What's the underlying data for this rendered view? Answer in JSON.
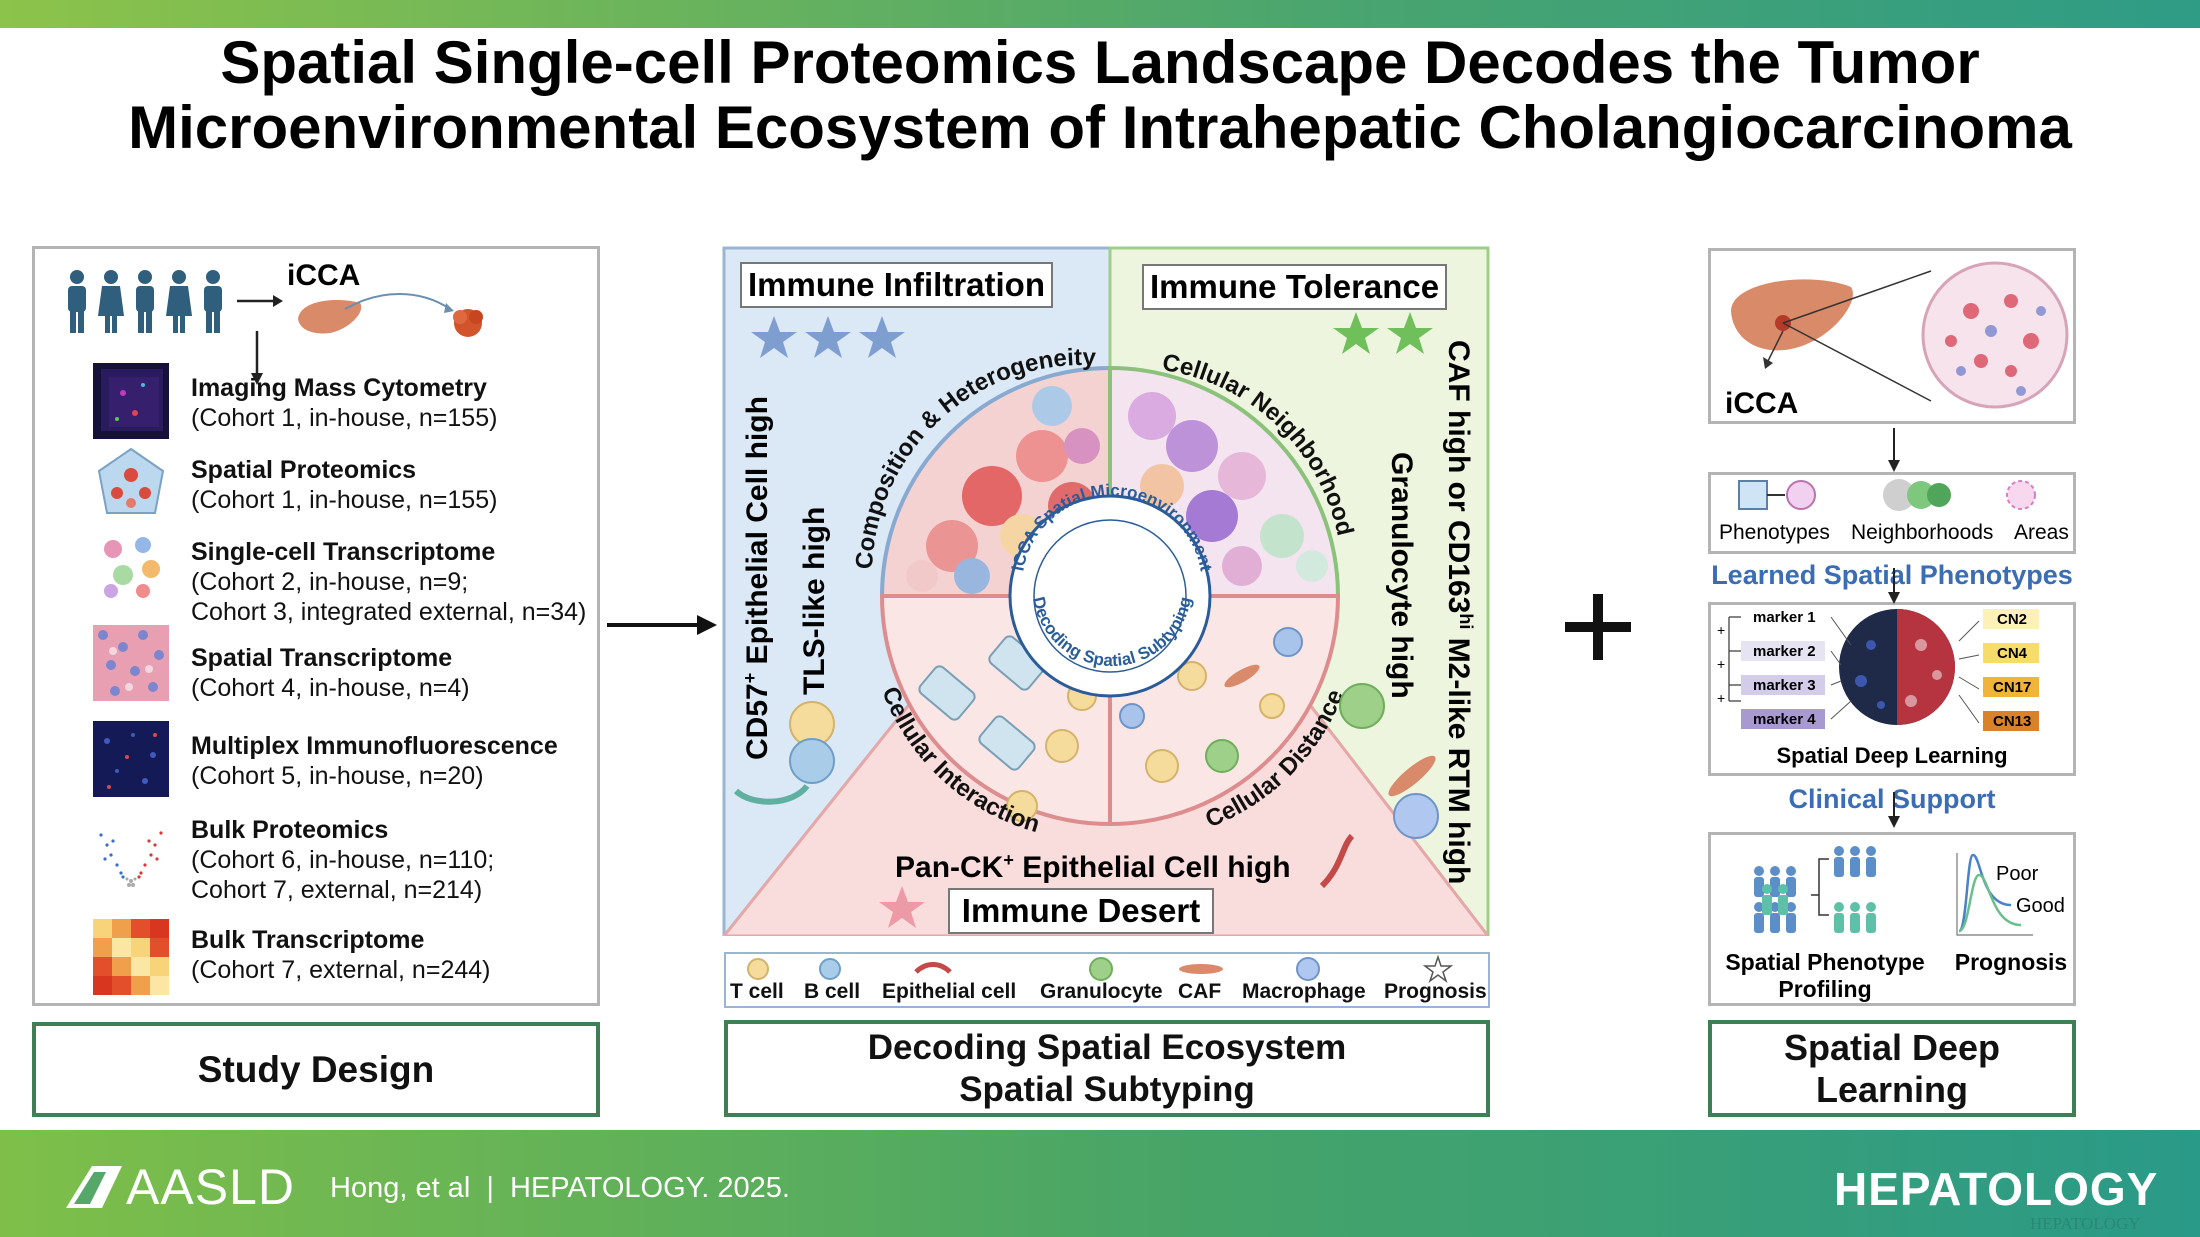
{
  "title": "Spatial Single-cell Proteomics Landscape Decodes the Tumor Microenvironmental Ecosystem of Intrahepatic Cholangiocarcinoma",
  "colors": {
    "accent_green": "#3f7f55",
    "blue_region": "#dbe8f5",
    "green_region": "#eef5df",
    "pink_region": "#f9dcdc"
  },
  "study_design": {
    "icca_label": "iCCA",
    "cohorts": [
      {
        "name": "Imaging Mass Cytometry",
        "detail": "(Cohort 1, in-house, n=155)"
      },
      {
        "name": "Spatial Proteomics",
        "detail": "(Cohort 1, in-house, n=155)"
      },
      {
        "name": "Single-cell Transcriptome",
        "detail": "(Cohort 2, in-house, n=9;",
        "detail2": "Cohort 3, integrated external, n=34)"
      },
      {
        "name": "Spatial Transcriptome",
        "detail": "(Cohort 4, in-house, n=4)"
      },
      {
        "name": "Multiplex Immunofluorescence",
        "detail": "(Cohort 5, in-house, n=20)"
      },
      {
        "name": "Bulk Proteomics",
        "detail": "(Cohort 6, in-house, n=110;",
        "detail2": "Cohort 7, external, n=214)"
      },
      {
        "name": "Bulk Transcriptome",
        "detail": "(Cohort 7, external, n=244)"
      }
    ],
    "label": "Study Design"
  },
  "ecosystem": {
    "infiltration": "Immune Infiltration",
    "tolerance": "Immune Tolerance",
    "desert": "Immune Desert",
    "cd57_a": "CD57",
    "cd57_sup": "+",
    "cd57_b": " Epithelial Cell high",
    "tls": "TLS-like high",
    "caf_a": "CAF high or CD163",
    "caf_sup": "hi",
    "caf_b": " M2-like RTM high",
    "granulocyte": "Granulocyte high",
    "panck_a": "Pan-CK",
    "panck_sup": "+",
    "panck_b": " Epithelial Cell high",
    "comp": "Composition & Heterogeneity",
    "neigh": "Cellular Neighborhood",
    "interaction": "Cellular Interaction",
    "distance": "Cellular Distance",
    "center_outer": "iCCA Spatial Microenvironment",
    "center_inner": "Decoding Spatial Subtyping",
    "legend": [
      "T cell",
      "B cell",
      "Epithelial cell",
      "Granulocyte",
      "CAF",
      "Macrophage",
      "Prognosis"
    ],
    "label_line1": "Decoding Spatial Ecosystem",
    "label_line2": "Spatial Subtyping"
  },
  "deep": {
    "icca_label": "iCCA",
    "phen": [
      "Phenotypes",
      "Neighborhoods",
      "Areas"
    ],
    "learned": "Learned Spatial Phenotypes",
    "markers": [
      "marker 1",
      "marker 2",
      "marker 3",
      "marker 4"
    ],
    "cns": [
      "CN2",
      "CN4",
      "CN17",
      "CN13"
    ],
    "sdl": "Spatial Deep Learning",
    "clinical": "Clinical Support",
    "profiling_line1": "Spatial Phenotype",
    "profiling_line2": "Profiling",
    "prognosis": "Prognosis",
    "poor": "Poor",
    "good": "Good",
    "label_line1": "Spatial Deep",
    "label_line2": "Learning"
  },
  "footer": {
    "logo": "AASLD",
    "citation": "Hong, et al  |  HEPATOLOGY. 2025.",
    "journal": "HEPATOLOGY",
    "watermark": "HEPATOLOGY"
  }
}
